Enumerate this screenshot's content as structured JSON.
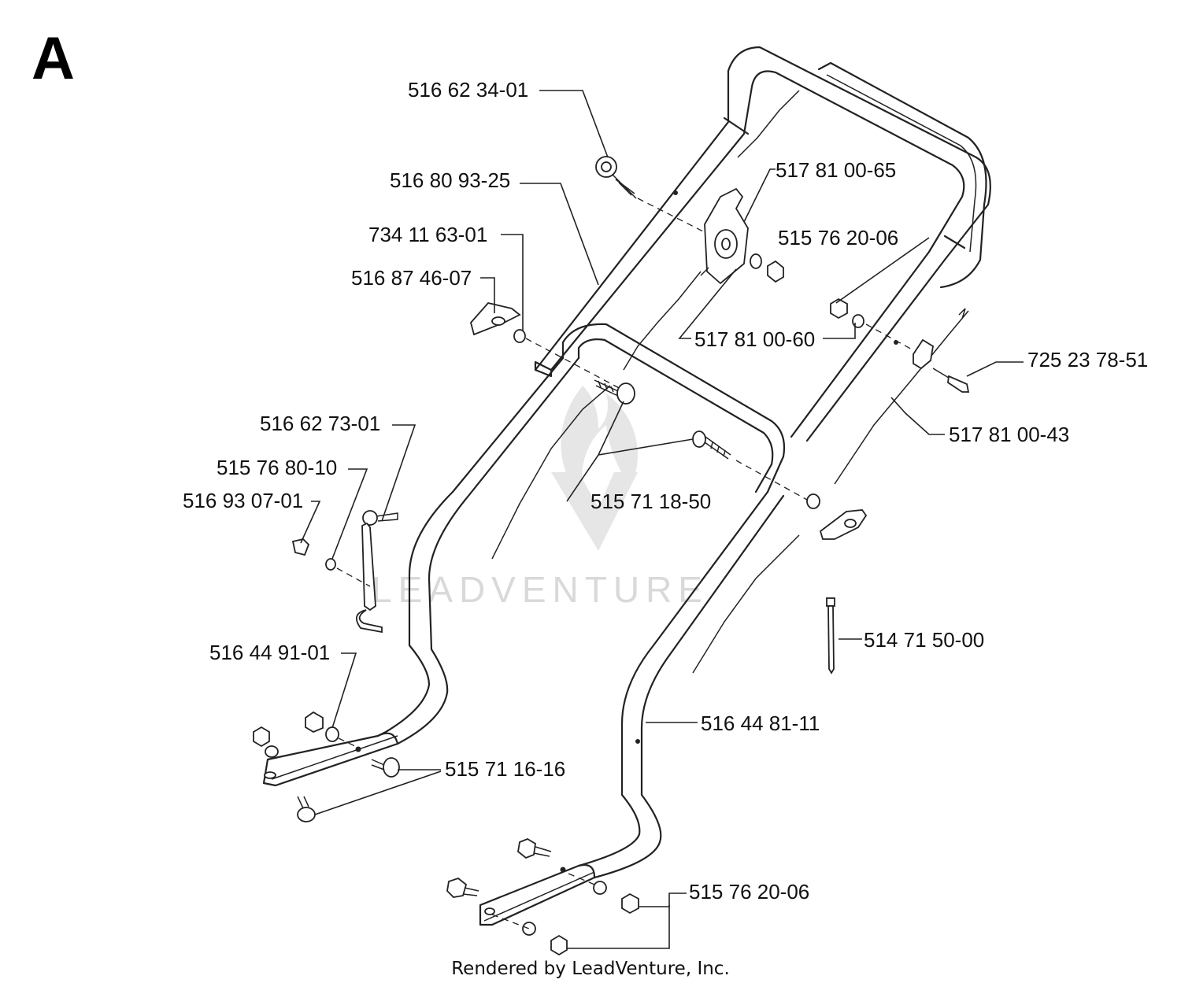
{
  "section_letter": "A",
  "watermark": "LEADVENTURE",
  "footer": "Rendered by LeadVenture, Inc.",
  "part_labels": [
    "516 62 34-01",
    "516 80 93-25",
    "517 81 00-65",
    "734 11 63-01",
    "515 76 20-06",
    "516 87 46-07",
    "517 81 00-60",
    "725 23 78-51",
    "517 81 00-43",
    "516 62 73-01",
    "515 76 80-10",
    "515 71 18-50",
    "516 93 07-01",
    "514 71 50-00",
    "516 44 91-01",
    "516 44 81-11",
    "515 71 16-16",
    "515 76 20-06"
  ],
  "colors": {
    "line": "#222222",
    "watermark": "#d9d9d9",
    "background": "#ffffff"
  }
}
